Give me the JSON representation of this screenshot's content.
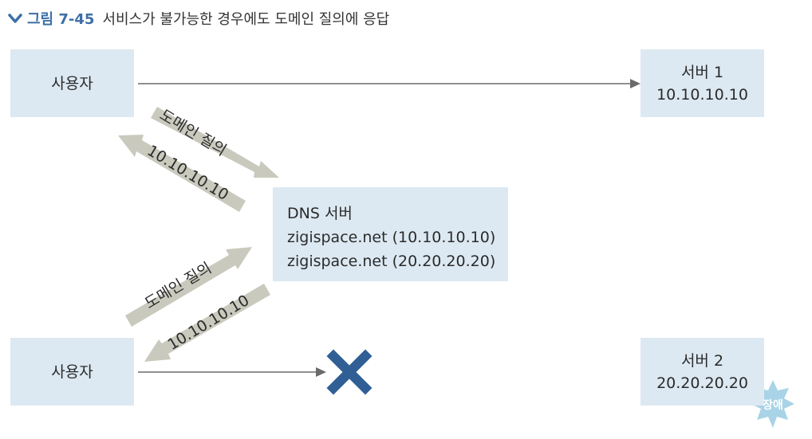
{
  "caption": {
    "label": "그림 7-45",
    "title": "서비스가 불가능한 경우에도 도메인 질의에 응답"
  },
  "nodes": {
    "user_top": "사용자",
    "user_bottom": "사용자",
    "server1": {
      "name": "서버 1",
      "ip": "10.10.10.10"
    },
    "server2": {
      "name": "서버 2",
      "ip": "20.20.20.20"
    },
    "dns": {
      "title": "DNS 서버",
      "record1": "zigispace.net (10.10.10.10)",
      "record2": "zigispace.net (20.20.20.20)"
    }
  },
  "arrows": {
    "top_query": "도메인 질의",
    "top_answer": "10.10.10.10",
    "bottom_query": "도메인 질의",
    "bottom_answer": "10.10.10.10"
  },
  "status": {
    "fault_badge": "장애",
    "fault_icon": "x-mark-icon"
  },
  "colors": {
    "box": "#dce9f2",
    "band_arrow": "#c9c9bd",
    "line": "#6b6b6b",
    "x_mark": "#2f5f95",
    "fault_badge": "#a9d3e6",
    "caption_accent": "#3d6fa6"
  }
}
